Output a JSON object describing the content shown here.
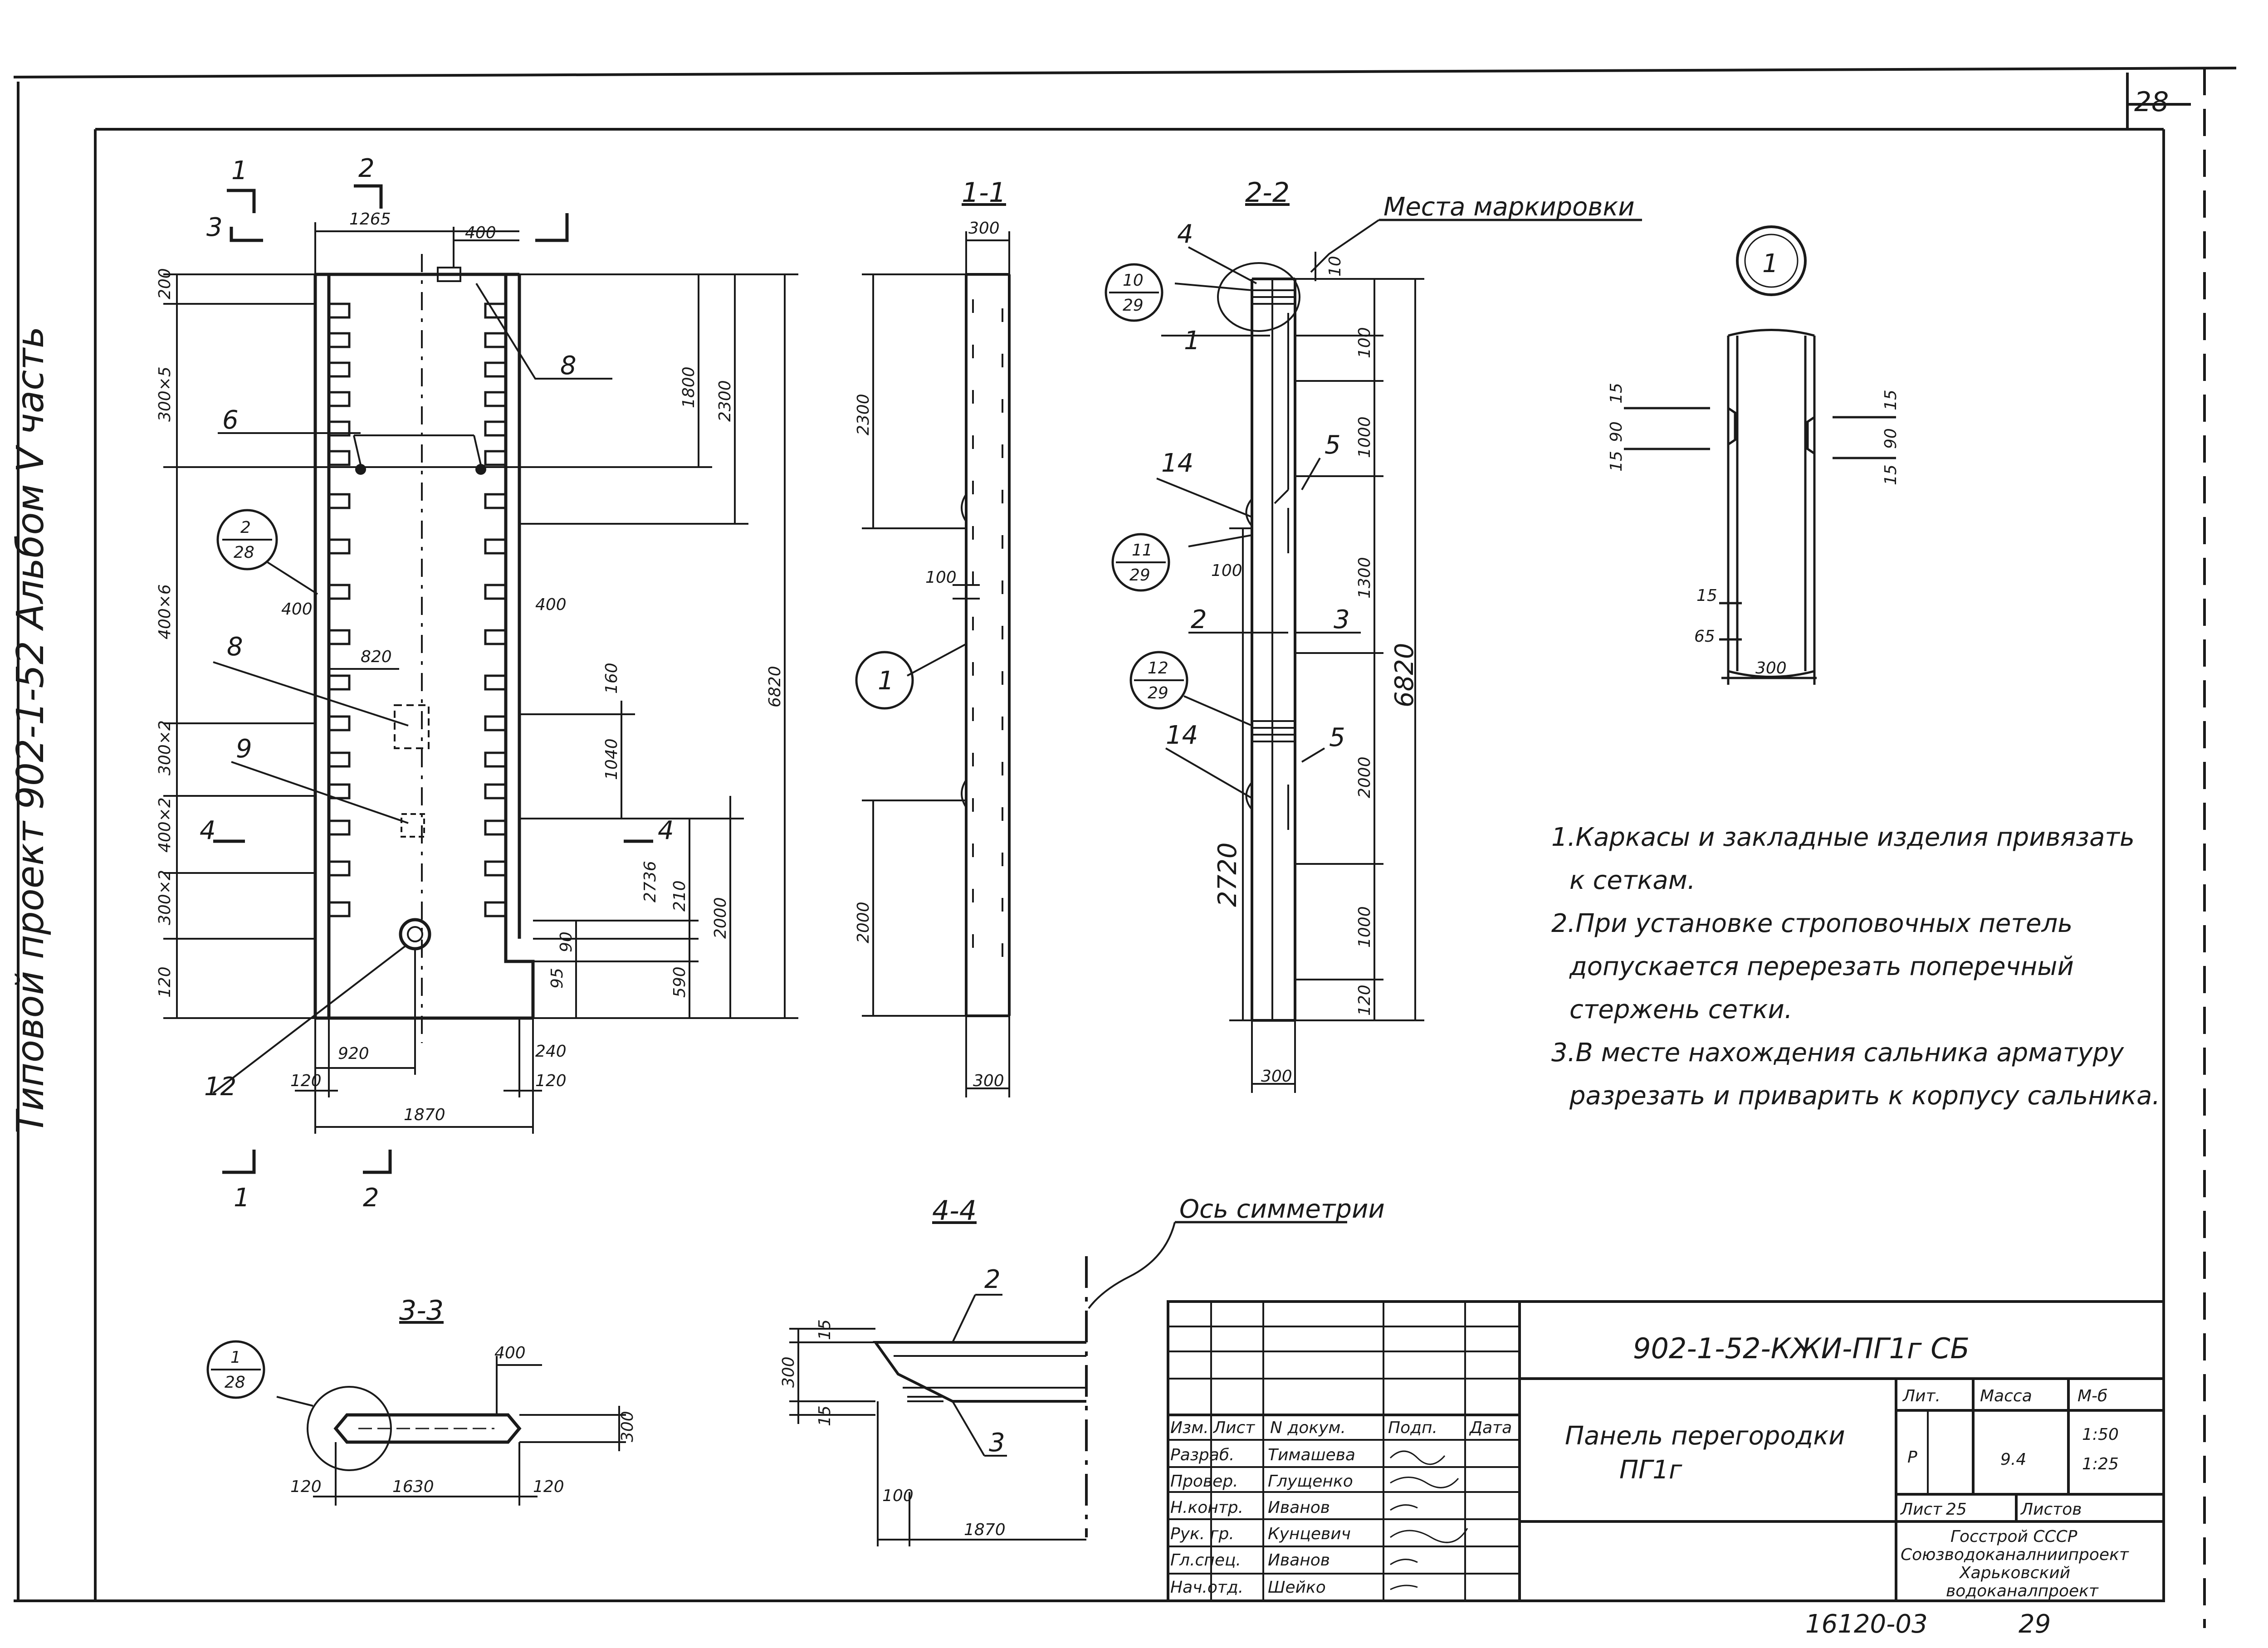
{
  "sheet_number": "28",
  "side_label": "Типовой проект 902-1-52  Альбом V часть",
  "section_titles": {
    "s11": "1-1",
    "s22": "2-2",
    "s33": "3-3",
    "s44": "4-4"
  },
  "callouts": {
    "marking_places": "Места маркировки",
    "symmetry_axis": "Ось симметрии",
    "detail_1": "1",
    "c_2_28": {
      "top": "2",
      "bottom": "28"
    },
    "c_10_29": {
      "top": "10",
      "bottom": "29"
    },
    "c_11_29": {
      "top": "11",
      "bottom": "29"
    },
    "c_12_29": {
      "top": "12",
      "bottom": "29"
    },
    "c_1_28": {
      "top": "1",
      "bottom": "28"
    }
  },
  "elevation": {
    "dims": {
      "d1265": "1265",
      "d400top": "400",
      "d200": "200",
      "d300x5": "300×5",
      "d400x6": "400×6",
      "d300x2a": "300×2",
      "d400x2": "400×2",
      "d300x2b": "300×2",
      "d120": "120",
      "d1800": "1800",
      "d2300": "2300",
      "d6820": "6820",
      "d400l": "400",
      "d400r": "400",
      "d820": "820",
      "d160": "160",
      "d1040": "1040",
      "d2736": "2736",
      "d210": "210",
      "d2000": "2000",
      "d90": "90",
      "d95": "95",
      "d590": "590",
      "d920": "920",
      "d120a": "120",
      "d1870": "1870",
      "d240": "240",
      "d120b": "120"
    },
    "labels": {
      "l6": "6",
      "l8a": "8",
      "l8b": "8",
      "l9": "9",
      "l12": "12",
      "m1": "1",
      "m2": "2",
      "m3": "3",
      "m4l": "4",
      "m4r": "4",
      "b1": "1",
      "b2": "2"
    }
  },
  "section11": {
    "d300t": "300",
    "d2300": "2300",
    "d100": "100",
    "d2000": "2000",
    "d300b": "300",
    "c1": "1"
  },
  "section22": {
    "l4": "4",
    "l1": "1",
    "l14a": "14",
    "l14b": "14",
    "l5a": "5",
    "l5b": "5",
    "l2": "2",
    "l3": "3",
    "d10": "10",
    "d100a": "100",
    "d1000a": "1000",
    "d1300": "1300",
    "d2000": "2000",
    "d1000b": "1000",
    "d120": "120",
    "d6820": "6820",
    "d100b": "100",
    "d2720": "2720",
    "d300": "300"
  },
  "detail1": {
    "d15a": "15",
    "d90a": "90",
    "d15b": "15",
    "d15c": "15",
    "d90b": "90",
    "d15d": "15",
    "d15e": "15",
    "d65": "65",
    "d300": "300"
  },
  "section33": {
    "d400": "400",
    "d300": "300",
    "d120a": "120",
    "d1630": "1630",
    "d120b": "120"
  },
  "section44": {
    "d15a": "15",
    "d300": "300",
    "d15b": "15",
    "d100": "100",
    "d1870": "1870",
    "l2": "2",
    "l3": "3"
  },
  "notes": [
    "1.Каркасы и закладные изделия привязать",
    "к сеткам.",
    "2.При установке строповочных петель",
    "допускается перерезать поперечный",
    "стержень сетки.",
    "3.В месте нахождения сальника арматуру",
    "разрезать и приварить к корпусу сальника."
  ],
  "title_block": {
    "code": "902-1-52-КЖИ-ПГ1г  СБ",
    "name_line1": "Панель перегородки",
    "name_line2": "ПГ1г",
    "headers": {
      "izm": "Изм.",
      "list": "Лист",
      "ndok": "N докум.",
      "podp": "Подп.",
      "data": "Дата"
    },
    "roles": [
      {
        "role": "Разраб.",
        "name": "Тимашева"
      },
      {
        "role": "Провер.",
        "name": "Глущенко"
      },
      {
        "role": "Н.контр.",
        "name": "Иванов"
      },
      {
        "role": "Рук. гр.",
        "name": "Кунцевич"
      },
      {
        "role": "Гл.спец.",
        "name": "Иванов"
      },
      {
        "role": "Нач.отд.",
        "name": "Шейко"
      }
    ],
    "lit_label": "Лит.",
    "mass_label": "Масса",
    "scale_label": "М-б",
    "lit_value": "Р",
    "mass_value": "9.4",
    "scale1": "1:50",
    "scale2": "1:25",
    "sheet_label": "Лист",
    "sheet_value": "25",
    "sheets_label": "Листов",
    "org_line1": "Госстрой СССР",
    "org_line2": "Союзводоканалниипроект",
    "org_line3": "Харьковский",
    "org_line4": "водоканалпроект"
  },
  "footer_code": "16120-03",
  "footer_page": "29"
}
